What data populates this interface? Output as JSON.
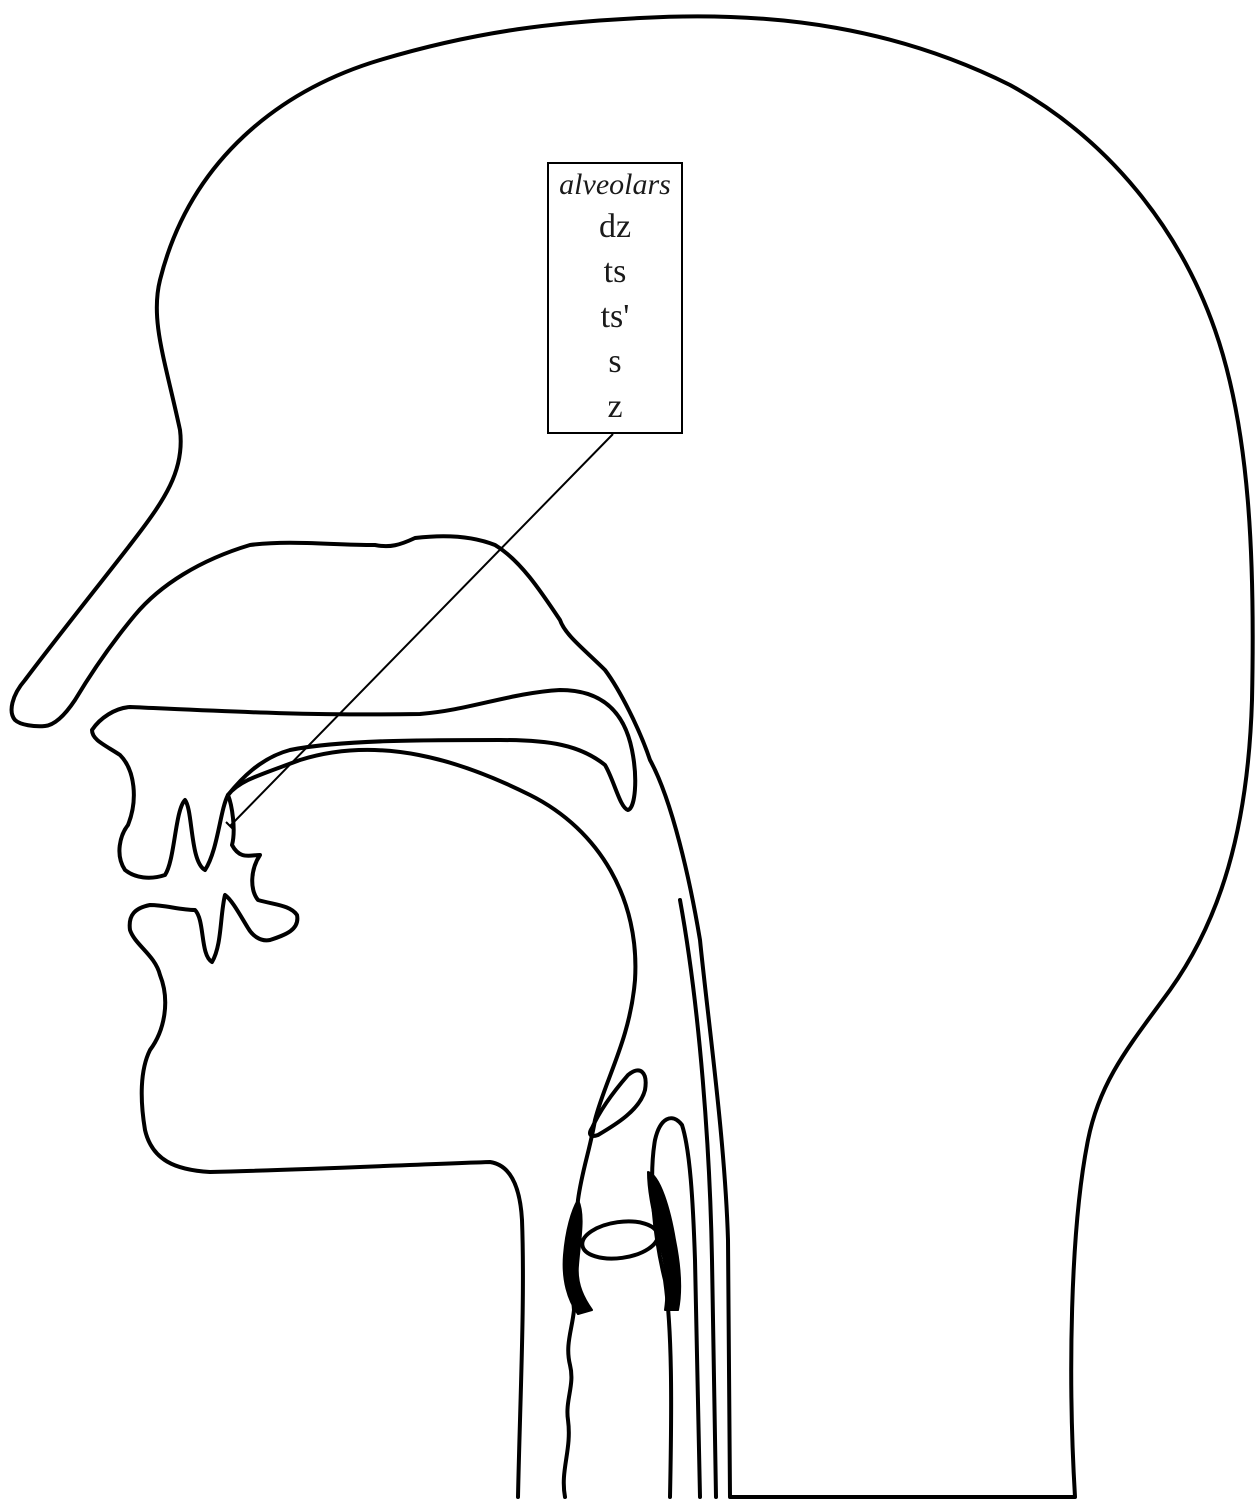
{
  "label": {
    "title": "alveolars",
    "sounds": [
      "dz",
      "ts",
      "ts'",
      "s",
      "z"
    ]
  },
  "colors": {
    "line": "#000000",
    "background": "#ffffff",
    "text": "#1a1a1a"
  }
}
